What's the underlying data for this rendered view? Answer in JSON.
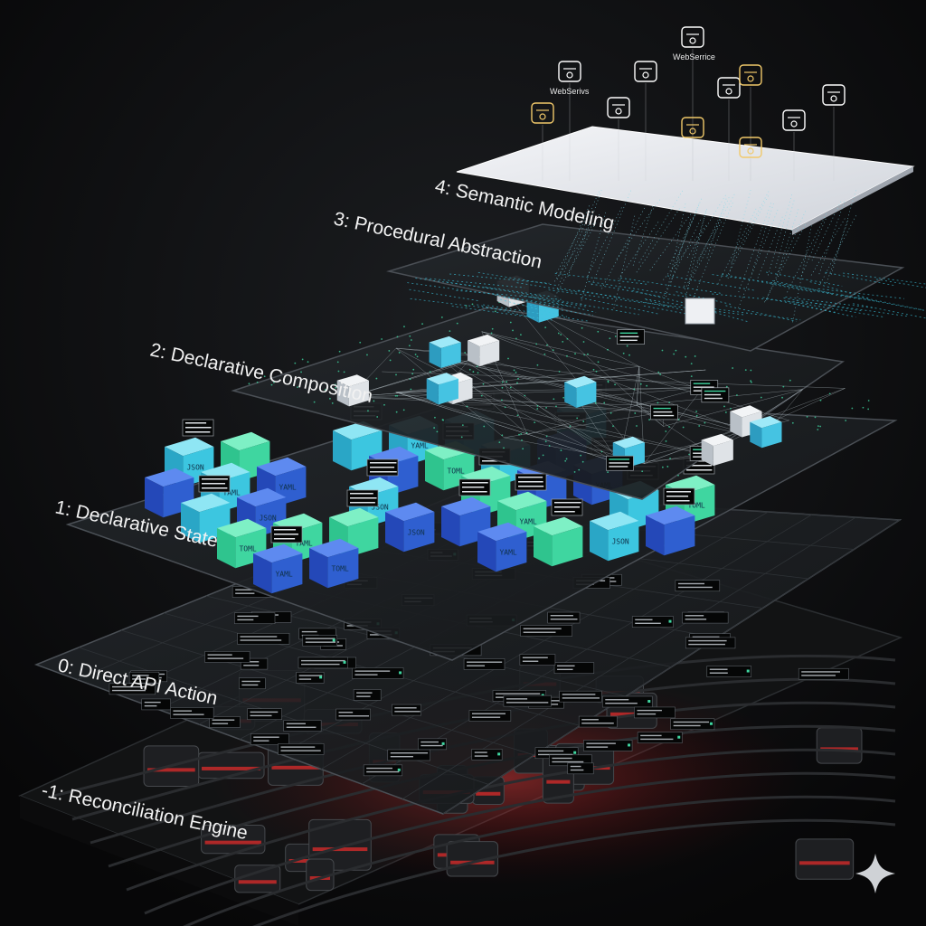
{
  "layers": [
    {
      "label": "4: Semantic Modeling"
    },
    {
      "label": "3: Procedural Abstraction"
    },
    {
      "label": "2: Declarative Composition"
    },
    {
      "label": "1: Declarative State"
    },
    {
      "label": "0: Direct API Action"
    },
    {
      "label": "-1: Reconciliation Engine"
    }
  ],
  "icons": [
    {
      "name": "server-rack-icon",
      "label": ""
    },
    {
      "name": "webservice-globe-icon",
      "label": "WebSerivs"
    },
    {
      "name": "lock-icon",
      "label": ""
    },
    {
      "name": "document-icon",
      "label": ""
    },
    {
      "name": "network-node-icon",
      "label": "WebSerrice"
    },
    {
      "name": "cloud-gear-icon",
      "label": ""
    },
    {
      "name": "monitor-icon",
      "label": ""
    },
    {
      "name": "database-icon",
      "label": ""
    },
    {
      "name": "shield-icon",
      "label": ""
    },
    {
      "name": "warehouse-icon",
      "label": ""
    },
    {
      "name": "container-icon",
      "label": ""
    }
  ],
  "cube_labels": {
    "yaml": "YAML",
    "toml": "TOML",
    "json": "JSON"
  },
  "colors": {
    "background": "#0a0a0b",
    "top_plane": "#e6e8ec",
    "glass_plane": "#1c1f22",
    "accent_green": "#3fd6a0",
    "accent_blue": "#2f5fd0",
    "accent_cyan": "#3cc6e0",
    "engine_red": "#d22a2a"
  }
}
